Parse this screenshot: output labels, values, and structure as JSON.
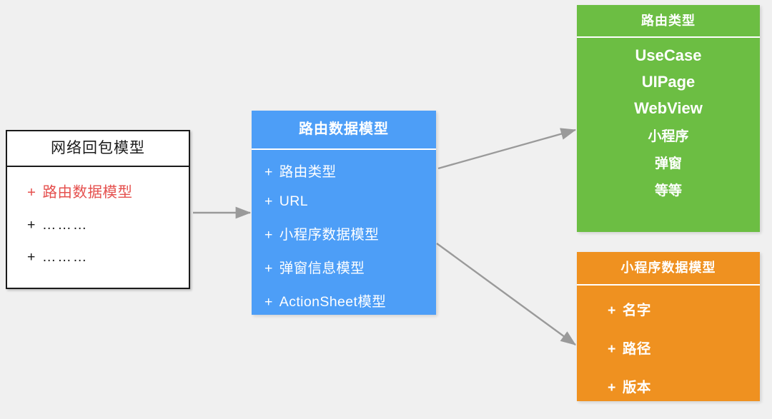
{
  "diagram": {
    "background_color": "#f0f0f0",
    "connector_color": "#9a9a9a"
  },
  "boxes": {
    "network_packet_model": {
      "title": "网络回包模型",
      "fill_color": "#ffffff",
      "border_color": "#1a1a1a",
      "text_color": "#1b1b1b",
      "accent_color": "#e5504e",
      "rows": [
        {
          "marker": "+",
          "label": "路由数据模型",
          "highlight": true
        },
        {
          "marker": "+",
          "label": "………",
          "highlight": false
        },
        {
          "marker": "+",
          "label": "………",
          "highlight": false
        }
      ]
    },
    "route_data_model": {
      "title": "路由数据模型",
      "fill_color": "#4d9ef7",
      "text_color": "#ffffff",
      "rows": [
        {
          "marker": "+",
          "label": "路由类型"
        },
        {
          "marker": "+",
          "label": "URL"
        },
        {
          "marker": "+",
          "label": "小程序数据模型"
        },
        {
          "marker": "+",
          "label": "弹窗信息模型"
        },
        {
          "marker": "+",
          "label": "ActionSheet模型"
        }
      ]
    },
    "route_type": {
      "title": "路由类型",
      "fill_color": "#6cbe43",
      "text_color": "#ffffff",
      "rows": [
        {
          "label": "UseCase",
          "cjk": false
        },
        {
          "label": "UIPage",
          "cjk": false
        },
        {
          "label": "WebView",
          "cjk": false
        },
        {
          "label": "小程序",
          "cjk": true
        },
        {
          "label": "弹窗",
          "cjk": true
        },
        {
          "label": "等等",
          "cjk": true
        }
      ]
    },
    "mini_program_data_model": {
      "title": "小程序数据模型",
      "fill_color": "#ef9120",
      "text_color": "#ffffff",
      "rows": [
        {
          "marker": "+",
          "label": "名字"
        },
        {
          "marker": "+",
          "label": "路径"
        },
        {
          "marker": "+",
          "label": "版本"
        }
      ]
    }
  },
  "connectors": [
    {
      "name": "network-to-route",
      "from": "network_packet_model",
      "to": "route_data_model"
    },
    {
      "name": "route-to-routetype",
      "from": "route_data_model",
      "to": "route_type"
    },
    {
      "name": "route-to-miniprogram",
      "from": "route_data_model",
      "to": "mini_program_data_model"
    }
  ]
}
